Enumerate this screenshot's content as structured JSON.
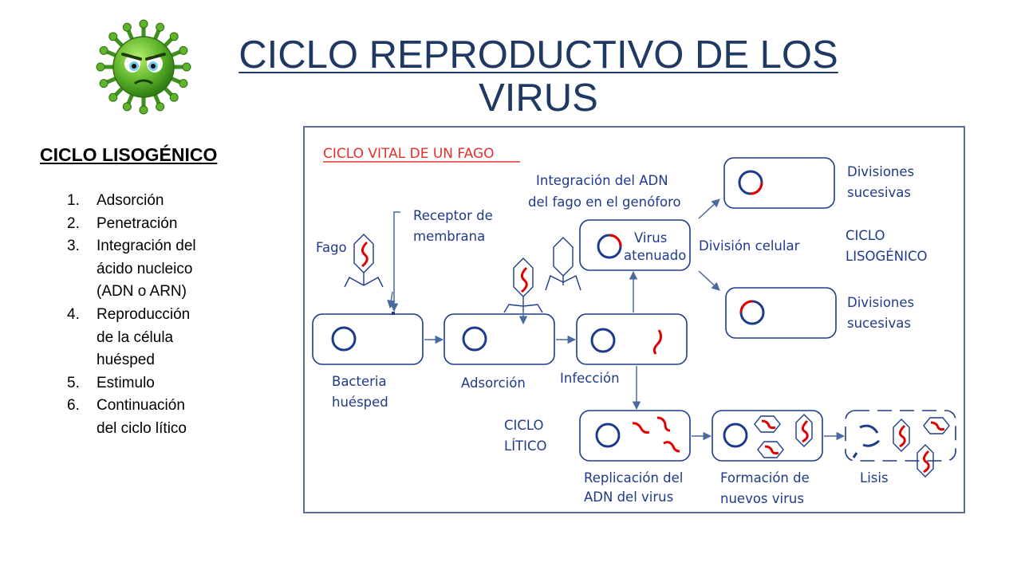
{
  "title": {
    "line1": "CICLO REPRODUCTIVO DE LOS",
    "line2": "VIRUS"
  },
  "subtitle": "CICLO LISOGÉNICO",
  "steps": [
    {
      "num": "1.",
      "lines": [
        "Adsorción"
      ]
    },
    {
      "num": "2.",
      "lines": [
        "Penetración"
      ]
    },
    {
      "num": "3.",
      "lines": [
        "Integración del",
        "ácido nucleico",
        "(ADN o ARN)"
      ]
    },
    {
      "num": "4.",
      "lines": [
        "Reproducción",
        "de la célula",
        "huésped"
      ]
    },
    {
      "num": "5.",
      "lines": [
        "Estimulo"
      ]
    },
    {
      "num": "6.",
      "lines": [
        "Continuación",
        "del ciclo lítico"
      ]
    }
  ],
  "diagram": {
    "heading": "CICLO VITAL DE UN FAGO",
    "fago": "Fago",
    "receptor": [
      "Receptor de",
      "membrana"
    ],
    "integracion": [
      "Integración del ADN",
      "del fago en el genóforo"
    ],
    "virus_atenuado": [
      "Virus",
      "atenuado"
    ],
    "division_celular": "División celular",
    "divisiones_1": [
      "Divisiones",
      "sucesivas"
    ],
    "divisiones_2": [
      "Divisiones",
      "sucesivas"
    ],
    "ciclo_lisogenico": [
      "CICLO",
      "LISOGÉNICO"
    ],
    "bacteria": [
      "Bacteria",
      "huésped"
    ],
    "adsorcion": "Adsorción",
    "infeccion": "Infección",
    "ciclo_litico": [
      "CICLO",
      "LÍTICO"
    ],
    "replicacion": [
      "Replicación del",
      "ADN del virus"
    ],
    "formacion": [
      "Formación de",
      "nuevos virus"
    ],
    "lisis": "Lisis"
  },
  "colors": {
    "title": "#1f3864",
    "diagram_blue": "#1e3a8a",
    "dna_red": "#e00000",
    "frame": "#5d6f93",
    "virus_green": "#6fc23a"
  }
}
